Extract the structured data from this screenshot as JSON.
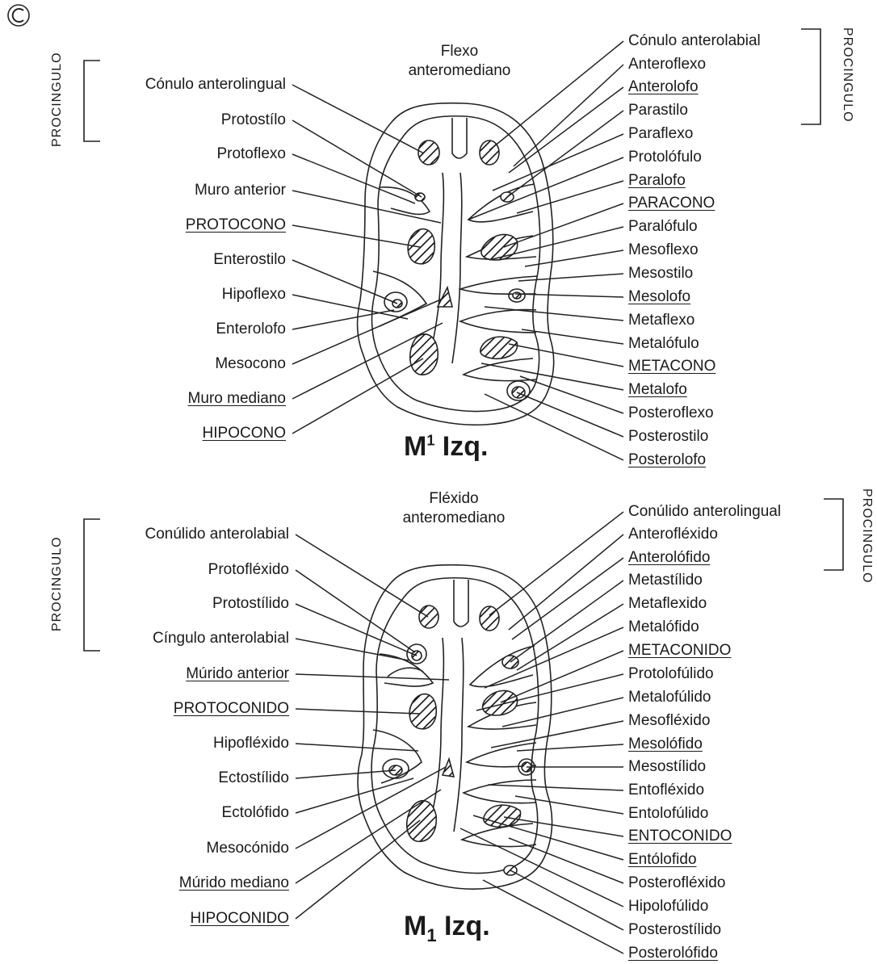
{
  "panel_letter": "C",
  "upper": {
    "title_main": "M",
    "title_sup": "1",
    "title_rest": " Izq.",
    "center_label_1": "Flexo",
    "center_label_2": "anteromediano",
    "procingulo_left": "PROCINGULO",
    "procingulo_right": "PROCINGULO",
    "left_labels": [
      {
        "text": "Cónulo anterolingual",
        "underline": false
      },
      {
        "text": "Protostílo",
        "underline": false
      },
      {
        "text": "Protoflexo",
        "underline": false
      },
      {
        "text": "Muro anterior",
        "underline": false
      },
      {
        "text": "PROTOCONO",
        "underline": true
      },
      {
        "text": "Enterostilo",
        "underline": false
      },
      {
        "text": "Hipoflexo",
        "underline": false
      },
      {
        "text": "Enterolofo",
        "underline": false
      },
      {
        "text": "Mesocono",
        "underline": false
      },
      {
        "text": "Muro mediano",
        "underline": true
      },
      {
        "text": "HIPOCONO",
        "underline": true
      }
    ],
    "right_labels": [
      {
        "text": "Cónulo anterolabial",
        "underline": false
      },
      {
        "text": "Anteroflexo",
        "underline": false
      },
      {
        "text": "Anterolofo",
        "underline": true
      },
      {
        "text": "Parastilo",
        "underline": false
      },
      {
        "text": "Paraflexo",
        "underline": false
      },
      {
        "text": "Protolófulo",
        "underline": false
      },
      {
        "text": "Paralofo",
        "underline": true
      },
      {
        "text": "PARACONO",
        "underline": true
      },
      {
        "text": "Paralófulo",
        "underline": false
      },
      {
        "text": "Mesoflexo",
        "underline": false
      },
      {
        "text": "Mesostilo",
        "underline": false
      },
      {
        "text": "Mesolofo",
        "underline": true
      },
      {
        "text": "Metaflexo",
        "underline": false
      },
      {
        "text": "Metalófulo",
        "underline": false
      },
      {
        "text": "METACONO",
        "underline": true
      },
      {
        "text": "Metalofo",
        "underline": true
      },
      {
        "text": "Posteroflexo",
        "underline": false
      },
      {
        "text": "Posterostilo",
        "underline": false
      },
      {
        "text": "Posterolofo",
        "underline": true
      }
    ]
  },
  "lower": {
    "title_main": "M",
    "title_sub": "1",
    "title_rest": " Izq.",
    "center_label_1": "Fléxido",
    "center_label_2": "anteromediano",
    "procingulo_left": "PROCINGULO",
    "procingulo_right": "PROCINGULO",
    "left_labels": [
      {
        "text": "Conúlido anterolabial",
        "underline": false
      },
      {
        "text": "Protofléxido",
        "underline": false
      },
      {
        "text": "Protostílido",
        "underline": false
      },
      {
        "text": "Cíngulo anterolabial",
        "underline": false
      },
      {
        "text": "Múrido anterior",
        "underline": true
      },
      {
        "text": "PROTOCONIDO",
        "underline": true
      },
      {
        "text": "Hipofléxido",
        "underline": false
      },
      {
        "text": "Ectostílido",
        "underline": false
      },
      {
        "text": "Ectolófido",
        "underline": false
      },
      {
        "text": "Mesocónido",
        "underline": false
      },
      {
        "text": "Múrido mediano",
        "underline": true
      },
      {
        "text": "HIPOCONIDO",
        "underline": true
      }
    ],
    "right_labels": [
      {
        "text": "Conúlido anterolingual",
        "underline": false
      },
      {
        "text": "Anterofléxido",
        "underline": false
      },
      {
        "text": "Anterolófido",
        "underline": true
      },
      {
        "text": "Metastílido",
        "underline": false
      },
      {
        "text": "Metaflexido",
        "underline": false
      },
      {
        "text": "Metalófido",
        "underline": false
      },
      {
        "text": "METACONIDO",
        "underline": true
      },
      {
        "text": "Protolofúlido",
        "underline": false
      },
      {
        "text": "Metalofúlido",
        "underline": false
      },
      {
        "text": "Mesofléxido",
        "underline": false
      },
      {
        "text": "Mesolófido",
        "underline": true
      },
      {
        "text": "Mesostílido",
        "underline": false
      },
      {
        "text": "Entofléxido",
        "underline": false
      },
      {
        "text": "Entolofúlido",
        "underline": false
      },
      {
        "text": "ENTOCONIDO",
        "underline": true
      },
      {
        "text": "Entólofido",
        "underline": true
      },
      {
        "text": "Posterofléxido",
        "underline": false
      },
      {
        "text": "Hipolofúlido",
        "underline": false
      },
      {
        "text": "Posterostílido",
        "underline": false
      },
      {
        "text": "Posterolófido",
        "underline": true
      }
    ]
  }
}
